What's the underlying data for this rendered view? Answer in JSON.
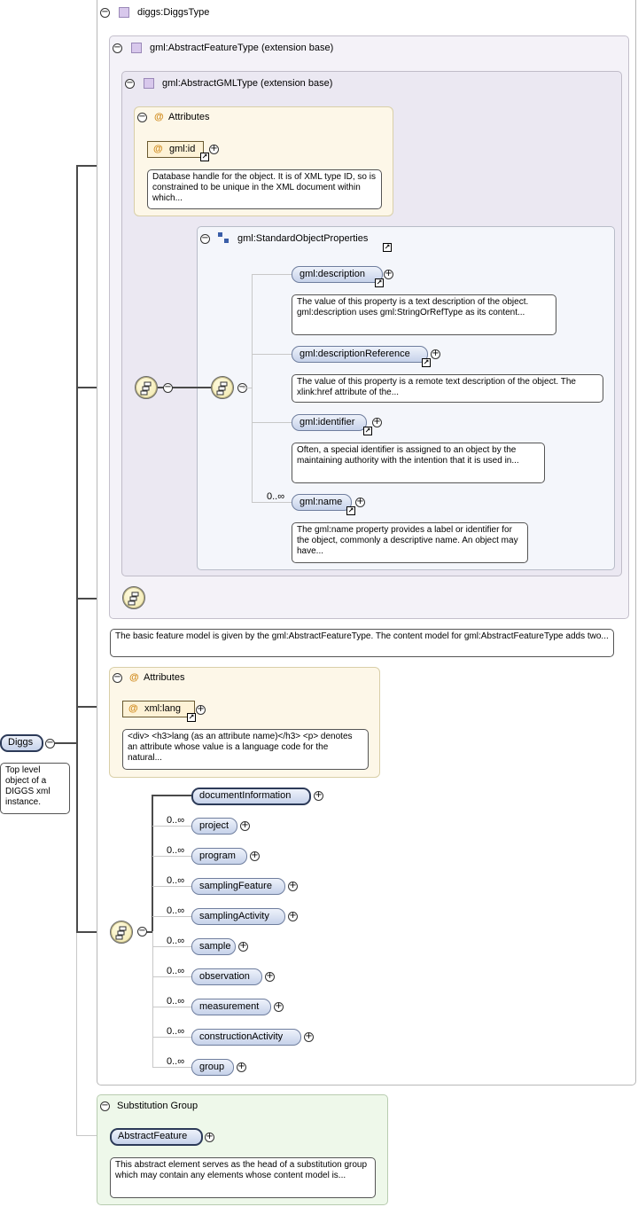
{
  "type_box": {
    "title": "diggs:DiggsType"
  },
  "abstract_feature_type": {
    "title": "gml:AbstractFeatureType (extension base)"
  },
  "abstract_gml_type": {
    "title": "gml:AbstractGMLType (extension base)"
  },
  "gml_attributes": {
    "title": "Attributes",
    "items": [
      {
        "name": "gml:id",
        "doc": "Database handle for the object. It is of XML type ID, so is constrained to be unique in the XML document within which..."
      }
    ]
  },
  "std_obj_props": {
    "title": "gml:StandardObjectProperties",
    "elements": [
      {
        "name": "gml:description",
        "occurrence": "",
        "doc": "The value of this property is a text description of the object. gml:description uses gml:StringOrRefType as its content..."
      },
      {
        "name": "gml:descriptionReference",
        "occurrence": "",
        "doc": "The value of this property is a remote text description of the object. The xlink:href attribute of the..."
      },
      {
        "name": "gml:identifier",
        "occurrence": "",
        "doc": "Often, a special identifier is assigned to an object by the maintaining authority with the intention that it is used in..."
      },
      {
        "name": "gml:name",
        "occurrence": "0..∞",
        "doc": "The gml:name property provides a label or identifier for the object, commonly a descriptive name. An object may have..."
      }
    ]
  },
  "feature_type_doc": "The basic feature model is given by the gml:AbstractFeatureType. The content model for gml:AbstractFeatureType adds two...",
  "lang_attributes": {
    "title": "Attributes",
    "items": [
      {
        "name": "xml:lang",
        "doc": "<div> <h3>lang (as an attribute name)</h3> <p> denotes an attribute whose value is a language code for the natural..."
      }
    ]
  },
  "root": {
    "name": "Diggs",
    "doc": "Top level object of a DIGGS xml instance."
  },
  "sequence": [
    {
      "name": "documentInformation",
      "occurrence": ""
    },
    {
      "name": "project",
      "occurrence": "0..∞"
    },
    {
      "name": "program",
      "occurrence": "0..∞"
    },
    {
      "name": "samplingFeature",
      "occurrence": "0..∞"
    },
    {
      "name": "samplingActivity",
      "occurrence": "0..∞"
    },
    {
      "name": "sample",
      "occurrence": "0..∞"
    },
    {
      "name": "observation",
      "occurrence": "0..∞"
    },
    {
      "name": "measurement",
      "occurrence": "0..∞"
    },
    {
      "name": "constructionActivity",
      "occurrence": "0..∞"
    },
    {
      "name": "group",
      "occurrence": "0..∞"
    }
  ],
  "substitution_group": {
    "title": "Substitution Group",
    "head": "AbstractFeature",
    "doc": "This abstract element serves as the head of a substitution group which may contain any elements whose content model is..."
  },
  "symbols": {
    "expand": "+",
    "collapse": "−",
    "link": "↗",
    "attribute": "@"
  },
  "colors": {
    "element_fill": "#c6d2ea",
    "attribute_fill": "#fdf2d6",
    "type_panel": "#ebe8f2",
    "substitution_panel": "#eef8ea"
  },
  "icons": {
    "compositor": "sequence-compositor-icon",
    "type": "complex-type-icon",
    "group": "group-icon"
  }
}
